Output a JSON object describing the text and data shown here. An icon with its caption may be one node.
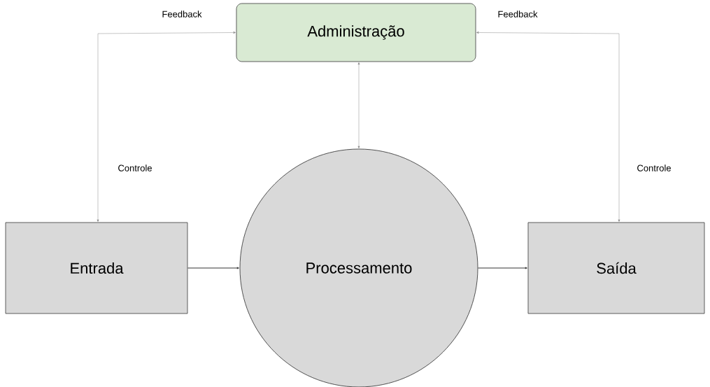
{
  "diagram": {
    "nodes": [
      {
        "text": [
          "Administração"
        ]
      },
      {
        "text": [
          "Entrada"
        ]
      },
      {
        "text": [
          "Processamento"
        ]
      },
      {
        "text": [
          "Saída"
        ]
      }
    ],
    "edges": [
      {
        "from": 1,
        "to": 2,
        "arrow": "to"
      },
      {
        "from": 2,
        "to": 3,
        "arrow": "to"
      },
      {
        "from": 1,
        "to": 0,
        "arrow": "both",
        "style": "dashed",
        "label": "Feedback"
      },
      {
        "from": 3,
        "to": 0,
        "arrow": "both",
        "style": "dashed",
        "label": "Feedback"
      },
      {
        "from": 2,
        "to": 0,
        "arrow": "both",
        "style": "dashed"
      }
    ],
    "labels": [
      "Controle",
      "Controle"
    ]
  }
}
